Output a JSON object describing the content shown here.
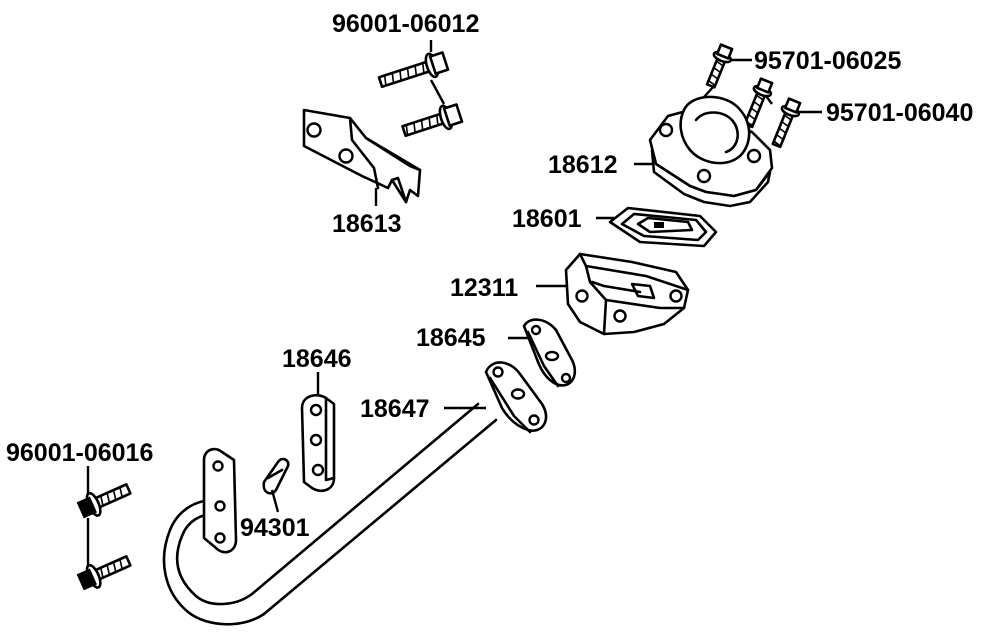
{
  "labels": {
    "p96001_06012": "96001-06012",
    "p95701_06025": "95701-06025",
    "p95701_06040": "95701-06040",
    "p18612": "18612",
    "p18613": "18613",
    "p18601": "18601",
    "p12311": "12311",
    "p18645": "18645",
    "p18646": "18646",
    "p18647": "18647",
    "p96001_06016": "96001-06016",
    "p94301": "94301"
  }
}
